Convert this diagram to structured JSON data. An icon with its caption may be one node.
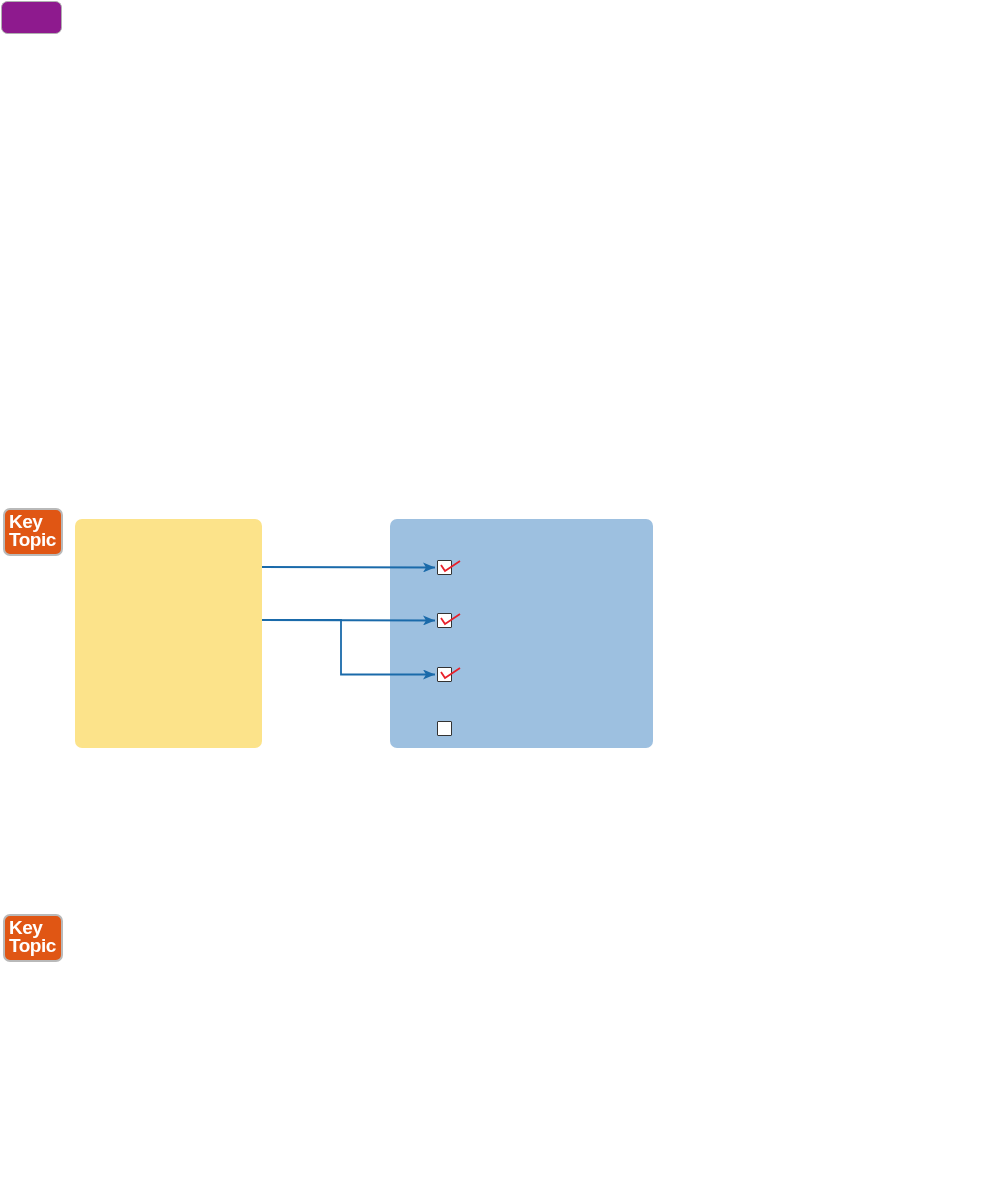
{
  "diagram": {
    "nodes": [
      {
        "text": [],
        "shape": "box"
      },
      {
        "text": [],
        "shape": "box"
      },
      {
        "text": [],
        "shape": "checkbox",
        "in": 1
      },
      {
        "text": [],
        "shape": "checkbox",
        "in": 1
      },
      {
        "text": [],
        "shape": "checkbox",
        "in": 1
      },
      {
        "text": [],
        "shape": "checkbox",
        "in": 1
      }
    ],
    "edges": [
      {
        "from": 0,
        "to": 2,
        "arrow": "to"
      },
      {
        "from": 0,
        "to": 3,
        "arrow": "to"
      },
      {
        "from": 0,
        "to": 4,
        "arrow": "to"
      }
    ],
    "labels": [
      "Key Topic",
      "Key Topic"
    ]
  }
}
